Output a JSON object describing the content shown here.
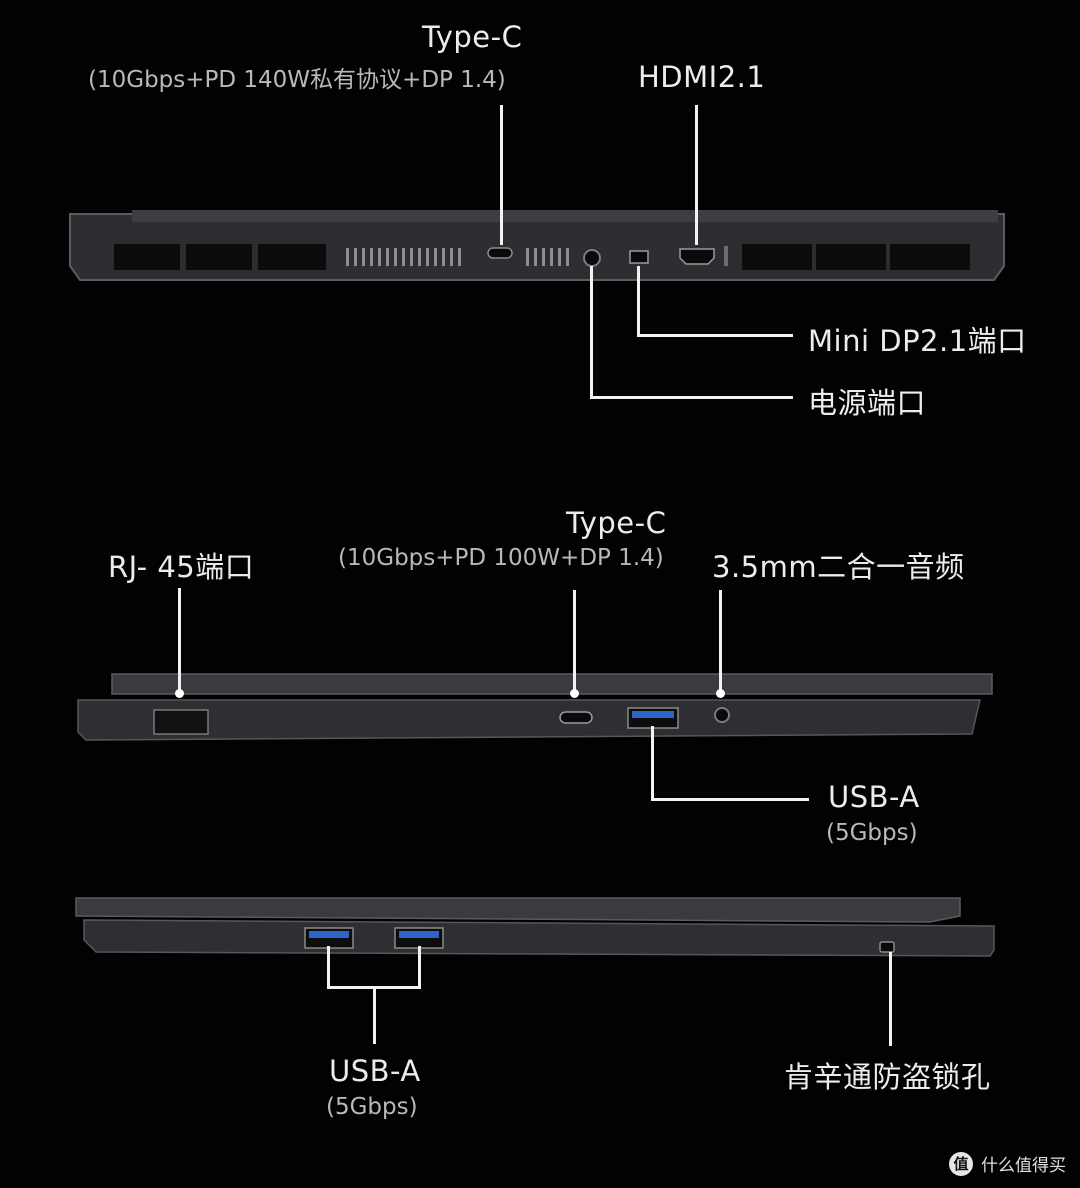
{
  "rear": {
    "typec_title": "Type-C",
    "typec_spec": "(10Gbps+PD 140W私有协议+DP 1.4)",
    "hdmi": "HDMI2.1",
    "minidp": "Mini DP2.1端口",
    "power": "电源端口"
  },
  "left": {
    "rj45": "RJ- 45端口",
    "typec_title": "Type-C",
    "typec_spec": "(10Gbps+PD 100W+DP 1.4)",
    "audio": "3.5mm二合一音频",
    "usba_title": "USB-A",
    "usba_spec": "(5Gbps)"
  },
  "right": {
    "usba_title": "USB-A",
    "usba_spec": "(5Gbps)",
    "lock": "肯辛通防盗锁孔"
  },
  "watermark": {
    "badge": "值",
    "text": "什么值得买"
  },
  "colors": {
    "background": "#020202",
    "chassis": "#3a3b3e",
    "usb_accent": "#2f63c9",
    "callout": "#f2f2f2"
  }
}
